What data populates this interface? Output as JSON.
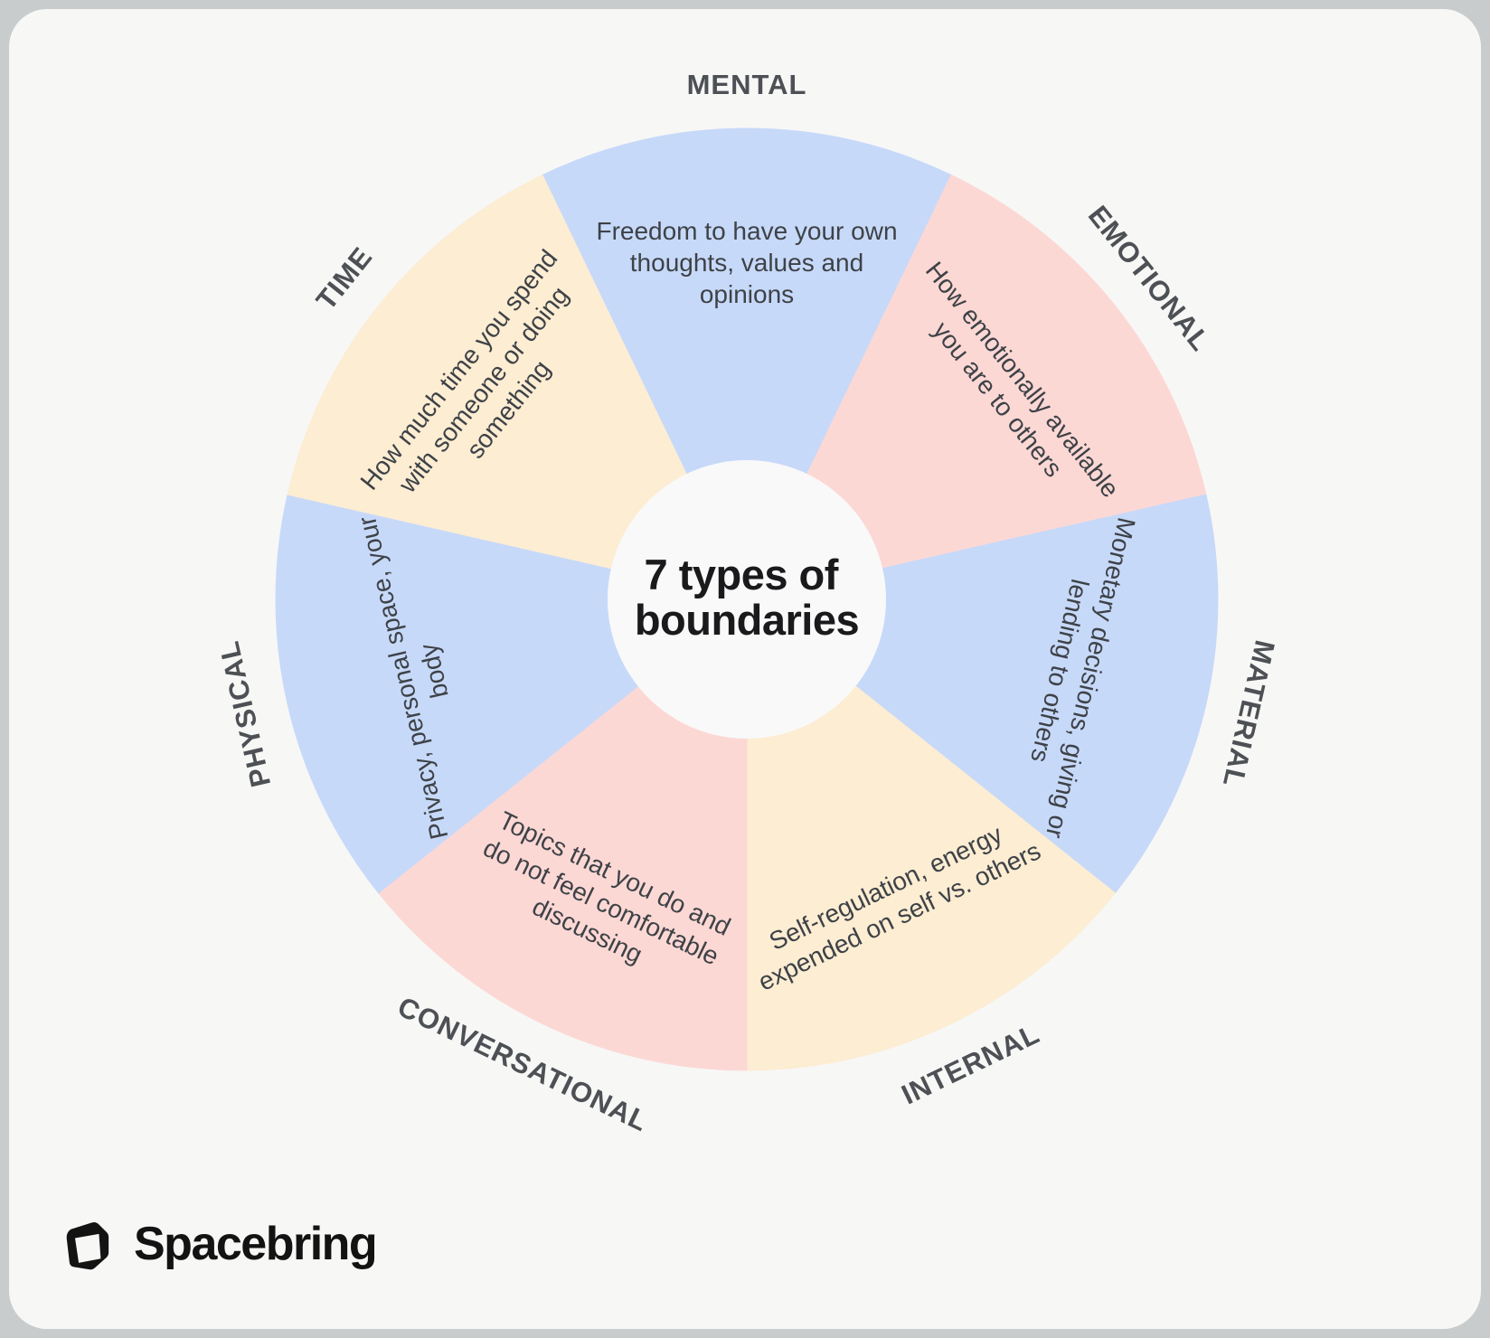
{
  "brand": {
    "name": "Spacebring",
    "logo_icon": "spacebring-cube-logo",
    "logo_color": "#131313"
  },
  "chart_data": {
    "type": "pie",
    "title": "7 types of boundaries",
    "center_title_lines": [
      "7 types of",
      "boundaries"
    ],
    "segment_count": 7,
    "equal_segments": true,
    "segment_angle_deg": 51.43,
    "layout_note": "wheel of 7 equal wedges, first wedge (MENTAL) centered at 12 o'clock, labels outside rim rotated along tangent, descriptions inside wedges",
    "segments": [
      {
        "label": "MENTAL",
        "description": "Freedom to have your own thoughts, values and opinions",
        "desc_lines": [
          "Freedom to have your own",
          "thoughts, values and",
          "opinions"
        ],
        "color": "#c7d9f9"
      },
      {
        "label": "EMOTIONAL",
        "description": "How emotionally available you are to others",
        "desc_lines": [
          "How emotionally available",
          "you are to others"
        ],
        "color": "#fcd8d5"
      },
      {
        "label": "MATERIAL",
        "description": "Monetary decisions, giving or lending to others",
        "desc_lines": [
          "Monetary decisions, giving or",
          "lending to others"
        ],
        "color": "#c7d9f9"
      },
      {
        "label": "INTERNAL",
        "description": "Self-regulation, energy expended on self vs. others",
        "desc_lines": [
          "Self-regulation, energy",
          "expended on self vs. others"
        ],
        "color": "#fcedd3"
      },
      {
        "label": "CONVERSATIONAL",
        "description": "Topics that you do and do not feel comfortable discussing",
        "desc_lines": [
          "Topics that you do and",
          "do not feel comfortable",
          "discussing"
        ],
        "color": "#fcd8d5"
      },
      {
        "label": "PHYSICAL",
        "description": "Privacy, personal space, your body",
        "desc_lines": [
          "Privacy, personal space, your",
          "body"
        ],
        "color": "#c7d9f9"
      },
      {
        "label": "TIME",
        "description": "How much time you spend with someone or doing something",
        "desc_lines": [
          "How much time you spend",
          "with someone or doing",
          "something"
        ],
        "color": "#fcedd3"
      }
    ],
    "colors": {
      "blue_segment": "#c7d9f9",
      "pink_segment": "#fcd8d5",
      "cream_segment": "#fcedd3",
      "center_circle": "#f9f9f9",
      "card_background": "#f7f7f6",
      "page_background": "#c8cccd",
      "label_text": "#4d5054",
      "description_text": "#3e4247",
      "title_text": "#1a1a1c"
    }
  }
}
